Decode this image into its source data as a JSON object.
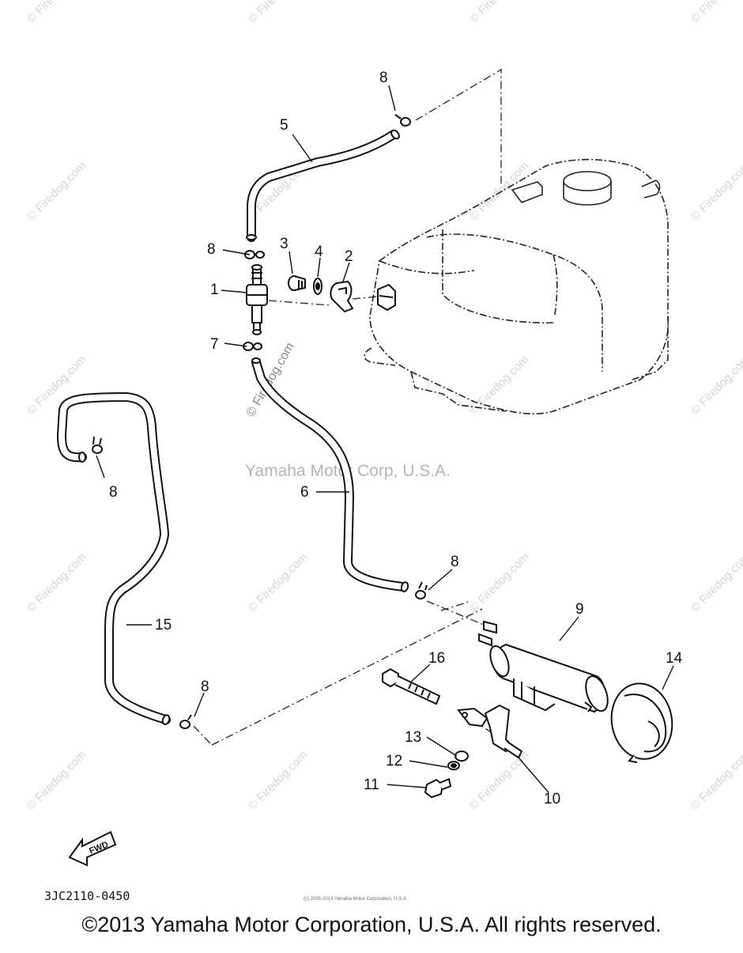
{
  "labels": {
    "l1": "1",
    "l2": "2",
    "l3": "3",
    "l4": "4",
    "l5": "5",
    "l6": "6",
    "l7": "7",
    "l8": "8",
    "l9": "9",
    "l10": "10",
    "l11": "11",
    "l12": "12",
    "l13": "13",
    "l14": "14",
    "l15": "15",
    "l16": "16"
  },
  "watermark": "© Firedog.com",
  "center_credit": "Yamaha Motor Corp, U.S.A.",
  "diagram_code": "3JC2110-0450",
  "fwd_label": "FWD",
  "small_credit": "(c) 2005-2013 Yamaha Motor Corporation, U.S.A.",
  "copyright": "©2013 Yamaha Motor Corporation, U.S.A. All rights reserved."
}
